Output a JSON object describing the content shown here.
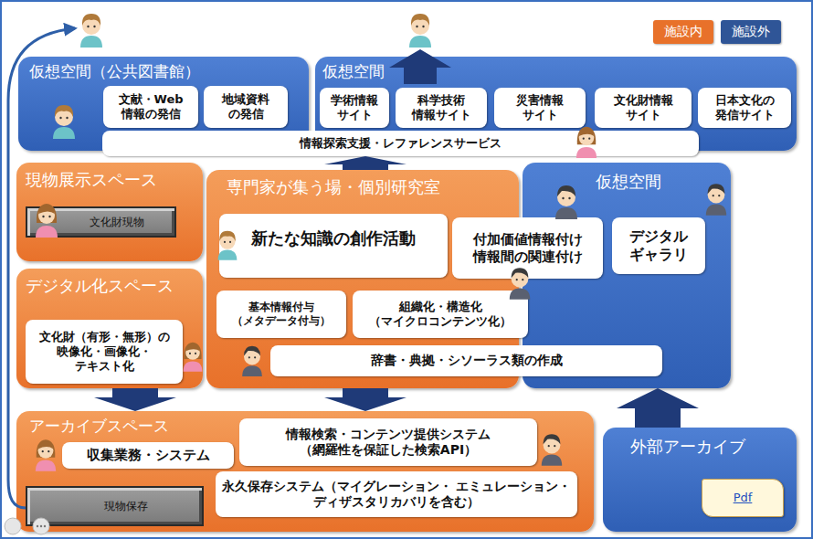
{
  "diagram": {
    "nodes": [
      {
        "text": [
          "仮想空間（公共図書館）"
        ]
      },
      {
        "text": [
          "文献・Web 情報の発信"
        ],
        "in": 0
      },
      {
        "text": [
          "地域資料 の発信"
        ],
        "in": 0
      },
      {
        "text": [
          "仮想空間"
        ]
      },
      {
        "text": [
          "学術情報 サイト"
        ],
        "in": 3
      },
      {
        "text": [
          "科学技術 情報サイト"
        ],
        "in": 3
      },
      {
        "text": [
          "災害情報 サイト"
        ],
        "in": 3
      },
      {
        "text": [
          "文化財情報 サイト"
        ],
        "in": 3
      },
      {
        "text": [
          "日本文化の 発信サイト"
        ],
        "in": 3
      },
      {
        "text": [
          "情報探索支援・レファレンスサービス"
        ]
      },
      {
        "text": [
          "現物展示スペース"
        ]
      },
      {
        "text": [
          "文化財現物"
        ],
        "in": 10
      },
      {
        "text": [
          "デジタル化スペース"
        ]
      },
      {
        "text": [
          "文化財（有形・無形）の 映像化・画像化・ テキスト化"
        ],
        "in": 12
      },
      {
        "text": [
          "専門家が集う場・個別研究室"
        ]
      },
      {
        "text": [
          "新たな知識の創作活動"
        ],
        "in": 14
      },
      {
        "text": [
          "付加価値情報付け 情報間の関連付け"
        ],
        "in": 14
      },
      {
        "text": [
          "基本情報付与 （メタデータ付与）"
        ],
        "in": 14
      },
      {
        "text": [
          "組織化・構造化 （マイクロコンテンツ化）"
        ],
        "in": 14
      },
      {
        "text": [
          "辞書・典拠・シソーラス類の作成"
        ],
        "in": 14
      },
      {
        "text": [
          "仮想空間"
        ]
      },
      {
        "text": [
          "デジタル ギャラリ"
        ],
        "in": 20
      },
      {
        "text": [
          "アーカイブスペース"
        ]
      },
      {
        "text": [
          "収集業務・システム"
        ],
        "in": 22
      },
      {
        "text": [
          "情報検索・コンテンツ提供システム （網羅性を保証した検索API）"
        ],
        "in": 22
      },
      {
        "text": [
          "永久保存システム（マイグレーション・ エミュレーション・ディザスタリカバリを含む）"
        ],
        "in": 22
      },
      {
        "text": [
          "現物保存"
        ],
        "in": 22
      },
      {
        "text": [
          "外部アーカイブ"
        ]
      },
      {
        "text": [
          "Pdf"
        ],
        "in": 27
      }
    ],
    "edges": [
      {
        "from": 12,
        "to": 22,
        "arrow": "to"
      },
      {
        "from": 14,
        "to": 22,
        "arrow": "to"
      },
      {
        "from": 27,
        "to": 20,
        "arrow": "to"
      },
      {
        "from": 14,
        "to": 9,
        "arrow": "to"
      }
    ],
    "legend": [
      {
        "text": "施設内",
        "color": "#e8712a"
      },
      {
        "text": "施設外",
        "color": "#2f5597"
      }
    ]
  }
}
